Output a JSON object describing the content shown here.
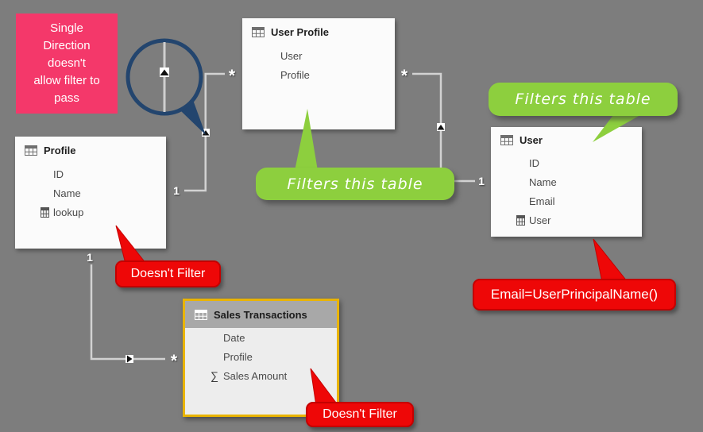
{
  "app": {
    "name": "Power BI model view diagram",
    "background": "#7d7d7d"
  },
  "colors": {
    "pink_note": "#f4386a",
    "green_callout": "#8dcf3e",
    "red_callout": "#ee0707",
    "red_callout_border": "#c40000",
    "magnifier_navy": "#23456e",
    "relationship_line": "#d2d2d2",
    "selected_table_border": "#e9b400",
    "table_background": "#fbfbfb",
    "sales_header_background": "#a8a8a8",
    "sales_body_background": "#ededed"
  },
  "pink_note": {
    "text": "Single Direction doesn't allow filter to pass",
    "lines": [
      "Single",
      "Direction",
      "doesn't",
      "allow filter to",
      "pass"
    ]
  },
  "tables": [
    {
      "title": "User Profile",
      "icon": "table-grid-icon",
      "fields": [
        {
          "name": "User",
          "icon": ""
        },
        {
          "name": "Profile",
          "icon": ""
        }
      ]
    },
    {
      "title": "Profile",
      "icon": "table-grid-icon",
      "fields": [
        {
          "name": "ID",
          "icon": ""
        },
        {
          "name": "Name",
          "icon": ""
        },
        {
          "name": "lookup",
          "icon": "calculated-column-icon"
        }
      ]
    },
    {
      "title": "User",
      "icon": "table-grid-icon",
      "fields": [
        {
          "name": "ID",
          "icon": ""
        },
        {
          "name": "Name",
          "icon": ""
        },
        {
          "name": "Email",
          "icon": ""
        },
        {
          "name": "User",
          "icon": "calculated-column-icon"
        }
      ]
    },
    {
      "title": "Sales Transactions",
      "icon": "table-grid-icon",
      "selected": true,
      "fields": [
        {
          "name": "Date",
          "icon": ""
        },
        {
          "name": "Profile",
          "icon": ""
        },
        {
          "name": "Sales Amount",
          "icon": "sigma-icon"
        }
      ]
    }
  ],
  "relationships": [
    {
      "from": "Profile",
      "to": "User Profile",
      "one": "1",
      "many": "*",
      "direction": "single"
    },
    {
      "from": "User",
      "to": "User Profile",
      "one": "1",
      "many": "*",
      "direction": "single"
    },
    {
      "from": "Profile",
      "to": "Sales Transactions",
      "one": "1",
      "many": "*",
      "direction": "single"
    }
  ],
  "callouts": {
    "green": [
      {
        "text": "Filters this table"
      },
      {
        "text": "Filters this table"
      }
    ],
    "red": [
      {
        "text": "Doesn't Filter"
      },
      {
        "text": "Doesn't Filter"
      },
      {
        "text": "Email=UserPrincipalName()"
      }
    ]
  },
  "glyphs": {
    "sigma": "∑"
  }
}
